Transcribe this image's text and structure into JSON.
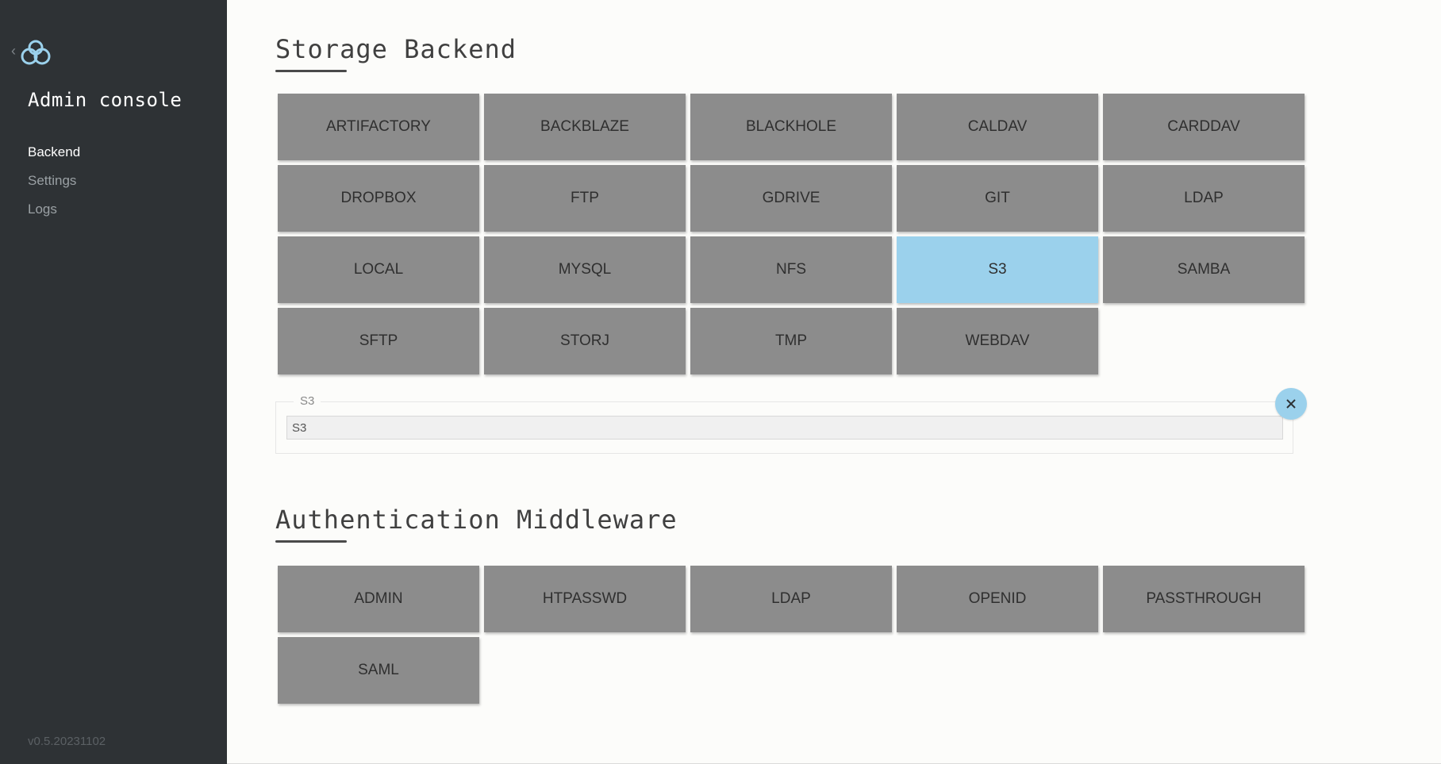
{
  "sidebar": {
    "back_icon": "chevron-left-icon",
    "logo_icon": "cloud-icon",
    "title": "Admin console",
    "nav": [
      {
        "label": "Backend",
        "active": true
      },
      {
        "label": "Settings",
        "active": false
      },
      {
        "label": "Logs",
        "active": false
      }
    ],
    "version": "v0.5.20231102"
  },
  "storage": {
    "title": "Storage Backend",
    "items": [
      "ARTIFACTORY",
      "BACKBLAZE",
      "BLACKHOLE",
      "CALDAV",
      "CARDDAV",
      "DROPBOX",
      "FTP",
      "GDRIVE",
      "GIT",
      "LDAP",
      "LOCAL",
      "MYSQL",
      "NFS",
      "S3",
      "SAMBA",
      "SFTP",
      "STORJ",
      "TMP",
      "WEBDAV"
    ],
    "selected": "S3"
  },
  "config": {
    "legend": "S3",
    "value": "S3",
    "close_icon": "close-icon"
  },
  "auth": {
    "title": "Authentication Middleware",
    "items": [
      "ADMIN",
      "HTPASSWD",
      "LDAP",
      "OPENID",
      "PASSTHROUGH",
      "SAML"
    ]
  },
  "colors": {
    "sidebar_bg": "#2e3235",
    "tile_bg": "#8c8c8c",
    "tile_selected": "#9bd1ec",
    "accent": "#9bd1ec"
  }
}
